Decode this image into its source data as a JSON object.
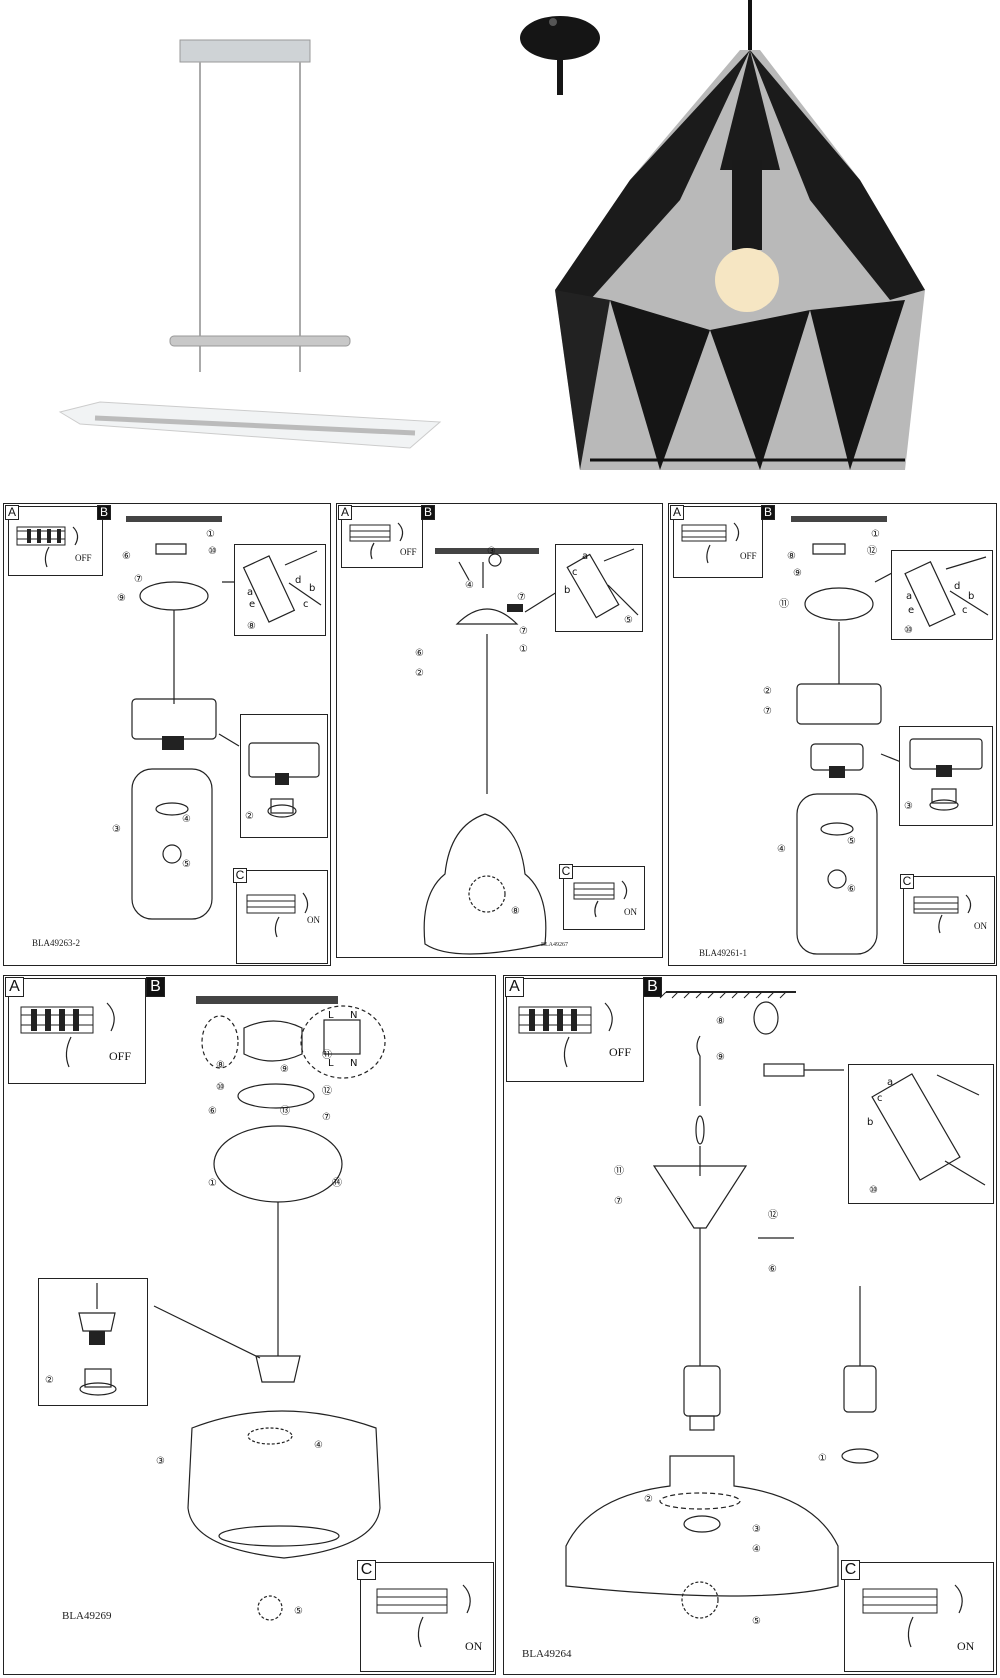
{
  "photos": {
    "left": {
      "name": "linear-pendant-lamp-photo"
    },
    "right": {
      "name": "black-geometric-pendant-photo"
    }
  },
  "panels": [
    {
      "id": "p1",
      "code": "BLA49263-2",
      "tag_a": "A",
      "tag_b": "B",
      "tag_c": "C",
      "off": "OFF",
      "on": "ON"
    },
    {
      "id": "p2",
      "code": "BLA49267",
      "tag_a": "A",
      "tag_b": "B",
      "tag_c": "C",
      "off": "OFF",
      "on": "ON"
    },
    {
      "id": "p3",
      "code": "BLA49261-1",
      "tag_a": "A",
      "tag_b": "B",
      "tag_c": "C",
      "off": "OFF",
      "on": "ON"
    },
    {
      "id": "p4",
      "code": "BLA49269",
      "tag_a": "A",
      "tag_b": "B",
      "tag_c": "C",
      "off": "OFF",
      "on": "ON"
    },
    {
      "id": "p5",
      "code": "BLA49264",
      "tag_a": "A",
      "tag_b": "B",
      "tag_c": "C",
      "off": "OFF",
      "on": "ON"
    }
  ],
  "steps": {
    "p1": [
      "①",
      "②",
      "③",
      "④",
      "⑤",
      "⑥",
      "⑦",
      "⑧",
      "⑨",
      "⑩"
    ],
    "p2": [
      "①",
      "②",
      "③",
      "④",
      "⑤",
      "⑥",
      "⑦"
    ],
    "p3": [
      "①",
      "②",
      "③",
      "④",
      "⑤",
      "⑥",
      "⑦",
      "⑧",
      "⑨",
      "⑩",
      "⑪"
    ],
    "p4": [
      "①",
      "②",
      "③",
      "④",
      "⑤",
      "⑥",
      "⑦",
      "⑧",
      "⑨",
      "⑩",
      "⑪",
      "⑫",
      "⑬",
      "⑭"
    ],
    "p5": [
      "①",
      "②",
      "③",
      "④",
      "⑤",
      "⑥",
      "⑦",
      "⑧",
      "⑨",
      "⑩",
      "⑪",
      "⑫"
    ]
  },
  "wire_letters": [
    "a",
    "b",
    "c",
    "d",
    "e"
  ],
  "terminal_labels": [
    "L",
    "N",
    "L",
    "N"
  ],
  "icons": [
    "breaker-off-icon",
    "breaker-on-icon",
    "screwdriver-icon",
    "terminal-block-icon",
    "bulb-icon",
    "ceiling-hatch-icon"
  ]
}
